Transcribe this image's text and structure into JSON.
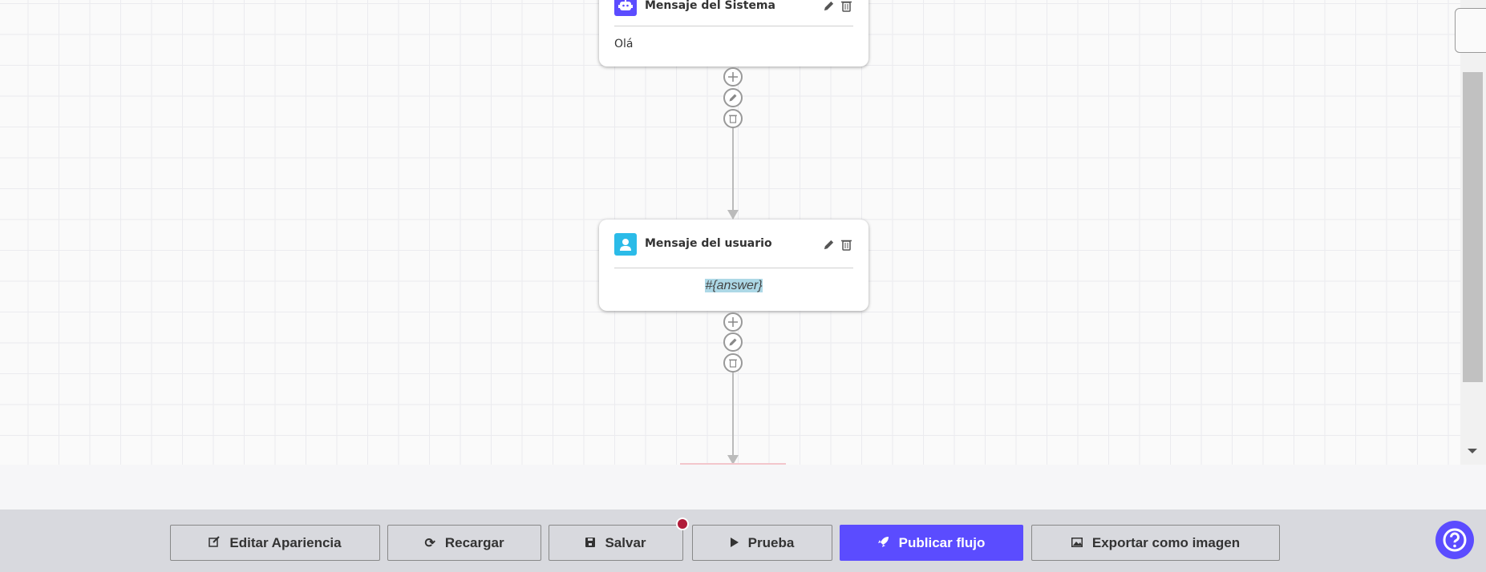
{
  "nodes": [
    {
      "type": "system",
      "title": "Mensaje del Sistema",
      "body": "Olá",
      "icon": "robot-icon",
      "color": "#5b4cff"
    },
    {
      "type": "user",
      "title": "Mensaje del usuario",
      "body": "#{answer}",
      "icon": "user-icon",
      "color": "#2bbbe8"
    }
  ],
  "toolbar": {
    "edit_appearance": "Editar Apariencia",
    "reload": "Recargar",
    "save": "Salvar",
    "test": "Prueba",
    "publish": "Publicar flujo",
    "export": "Exportar como imagen"
  },
  "colors": {
    "accent": "#5b4cff",
    "unsaved_badge": "#b01c3a"
  }
}
